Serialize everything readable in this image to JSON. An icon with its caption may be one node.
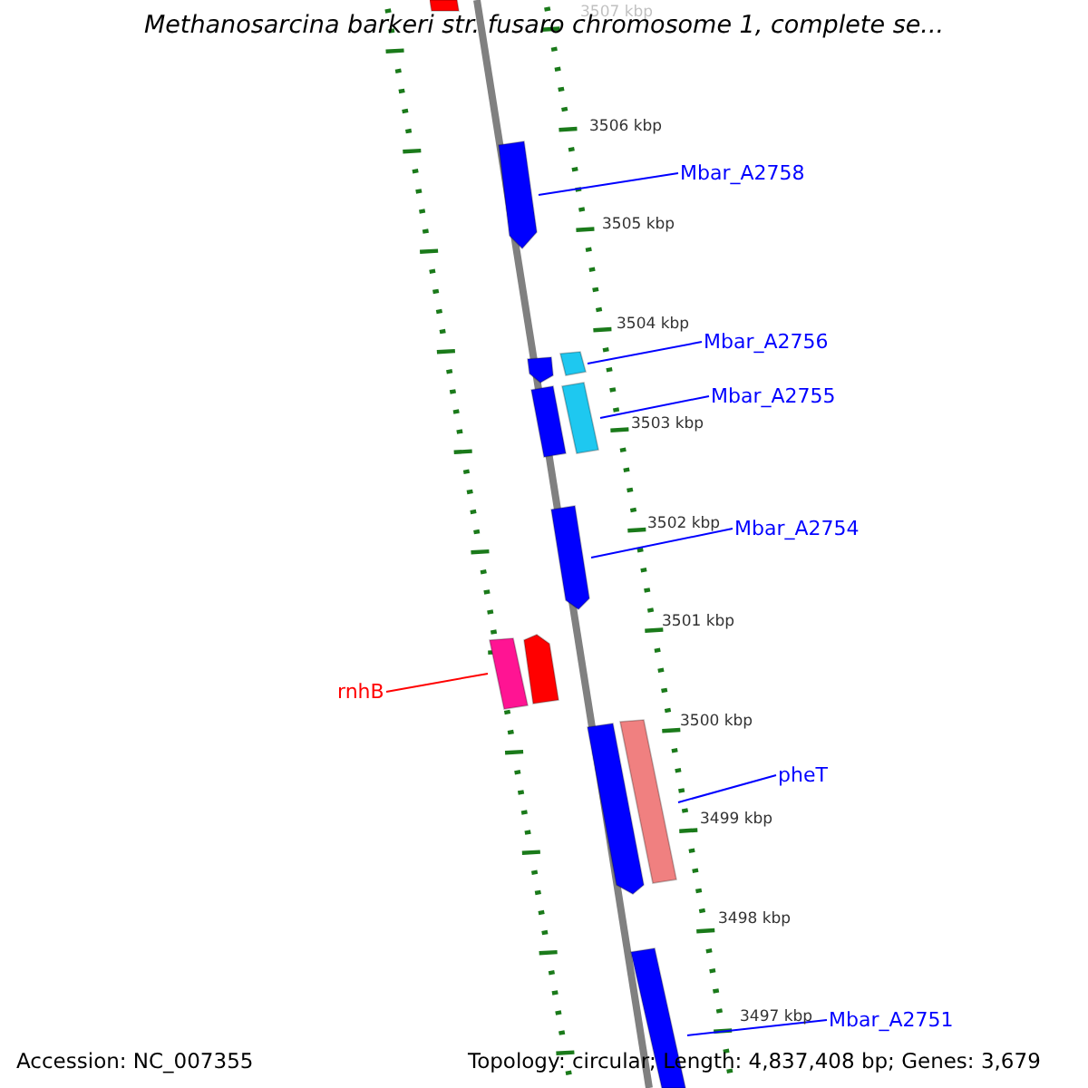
{
  "diagram": {
    "title": "Methanosarcina barkeri str. fusaro chromosome 1, complete se...",
    "nodes": [
      {
        "text": [
          "Mbar_A2758"
        ]
      },
      {
        "text": [
          "Mbar_A2756"
        ]
      },
      {
        "text": [
          "Mbar_A2755"
        ]
      },
      {
        "text": [
          "Mbar_A2754"
        ]
      },
      {
        "text": [
          "rnhB"
        ]
      },
      {
        "text": [
          "pheT"
        ]
      },
      {
        "text": [
          "Mbar_A2751"
        ]
      },
      {
        "text": [],
        "shape": "bar"
      },
      {
        "text": [],
        "shape": "bar"
      },
      {
        "text": [],
        "shape": "bar"
      },
      {
        "text": [],
        "shape": "bar"
      },
      {
        "text": [],
        "shape": "bar"
      },
      {
        "text": [],
        "shape": "bar"
      },
      {
        "text": [],
        "shape": "bar"
      },
      {
        "text": [],
        "shape": "bar"
      },
      {
        "text": [],
        "shape": "bar"
      },
      {
        "text": [],
        "shape": "bar"
      },
      {
        "text": [],
        "shape": "bar"
      },
      {
        "text": [],
        "shape": "bar"
      }
    ],
    "edges": [
      {
        "from": 0,
        "to": 7,
        "arrow": "none"
      },
      {
        "from": 1,
        "to": 8,
        "arrow": "none"
      },
      {
        "from": 2,
        "to": 9,
        "arrow": "none"
      },
      {
        "from": 3,
        "to": 10,
        "arrow": "none"
      },
      {
        "from": 4,
        "to": 11,
        "arrow": "none",
        "color": "#ff0000"
      },
      {
        "from": 5,
        "to": 12,
        "arrow": "none"
      },
      {
        "from": 6,
        "to": 13,
        "arrow": "none"
      }
    ],
    "labels": [
      "3507 kbp",
      "3506 kbp",
      "3505 kbp",
      "3504 kbp",
      "3503 kbp",
      "3502 kbp",
      "3501 kbp",
      "3500 kbp",
      "3499 kbp",
      "3498 kbp",
      "3497 kbp",
      "Accession: NC_007355",
      "Topology: circular; Length: 4,837,408 bp; Genes: 3,679"
    ]
  }
}
